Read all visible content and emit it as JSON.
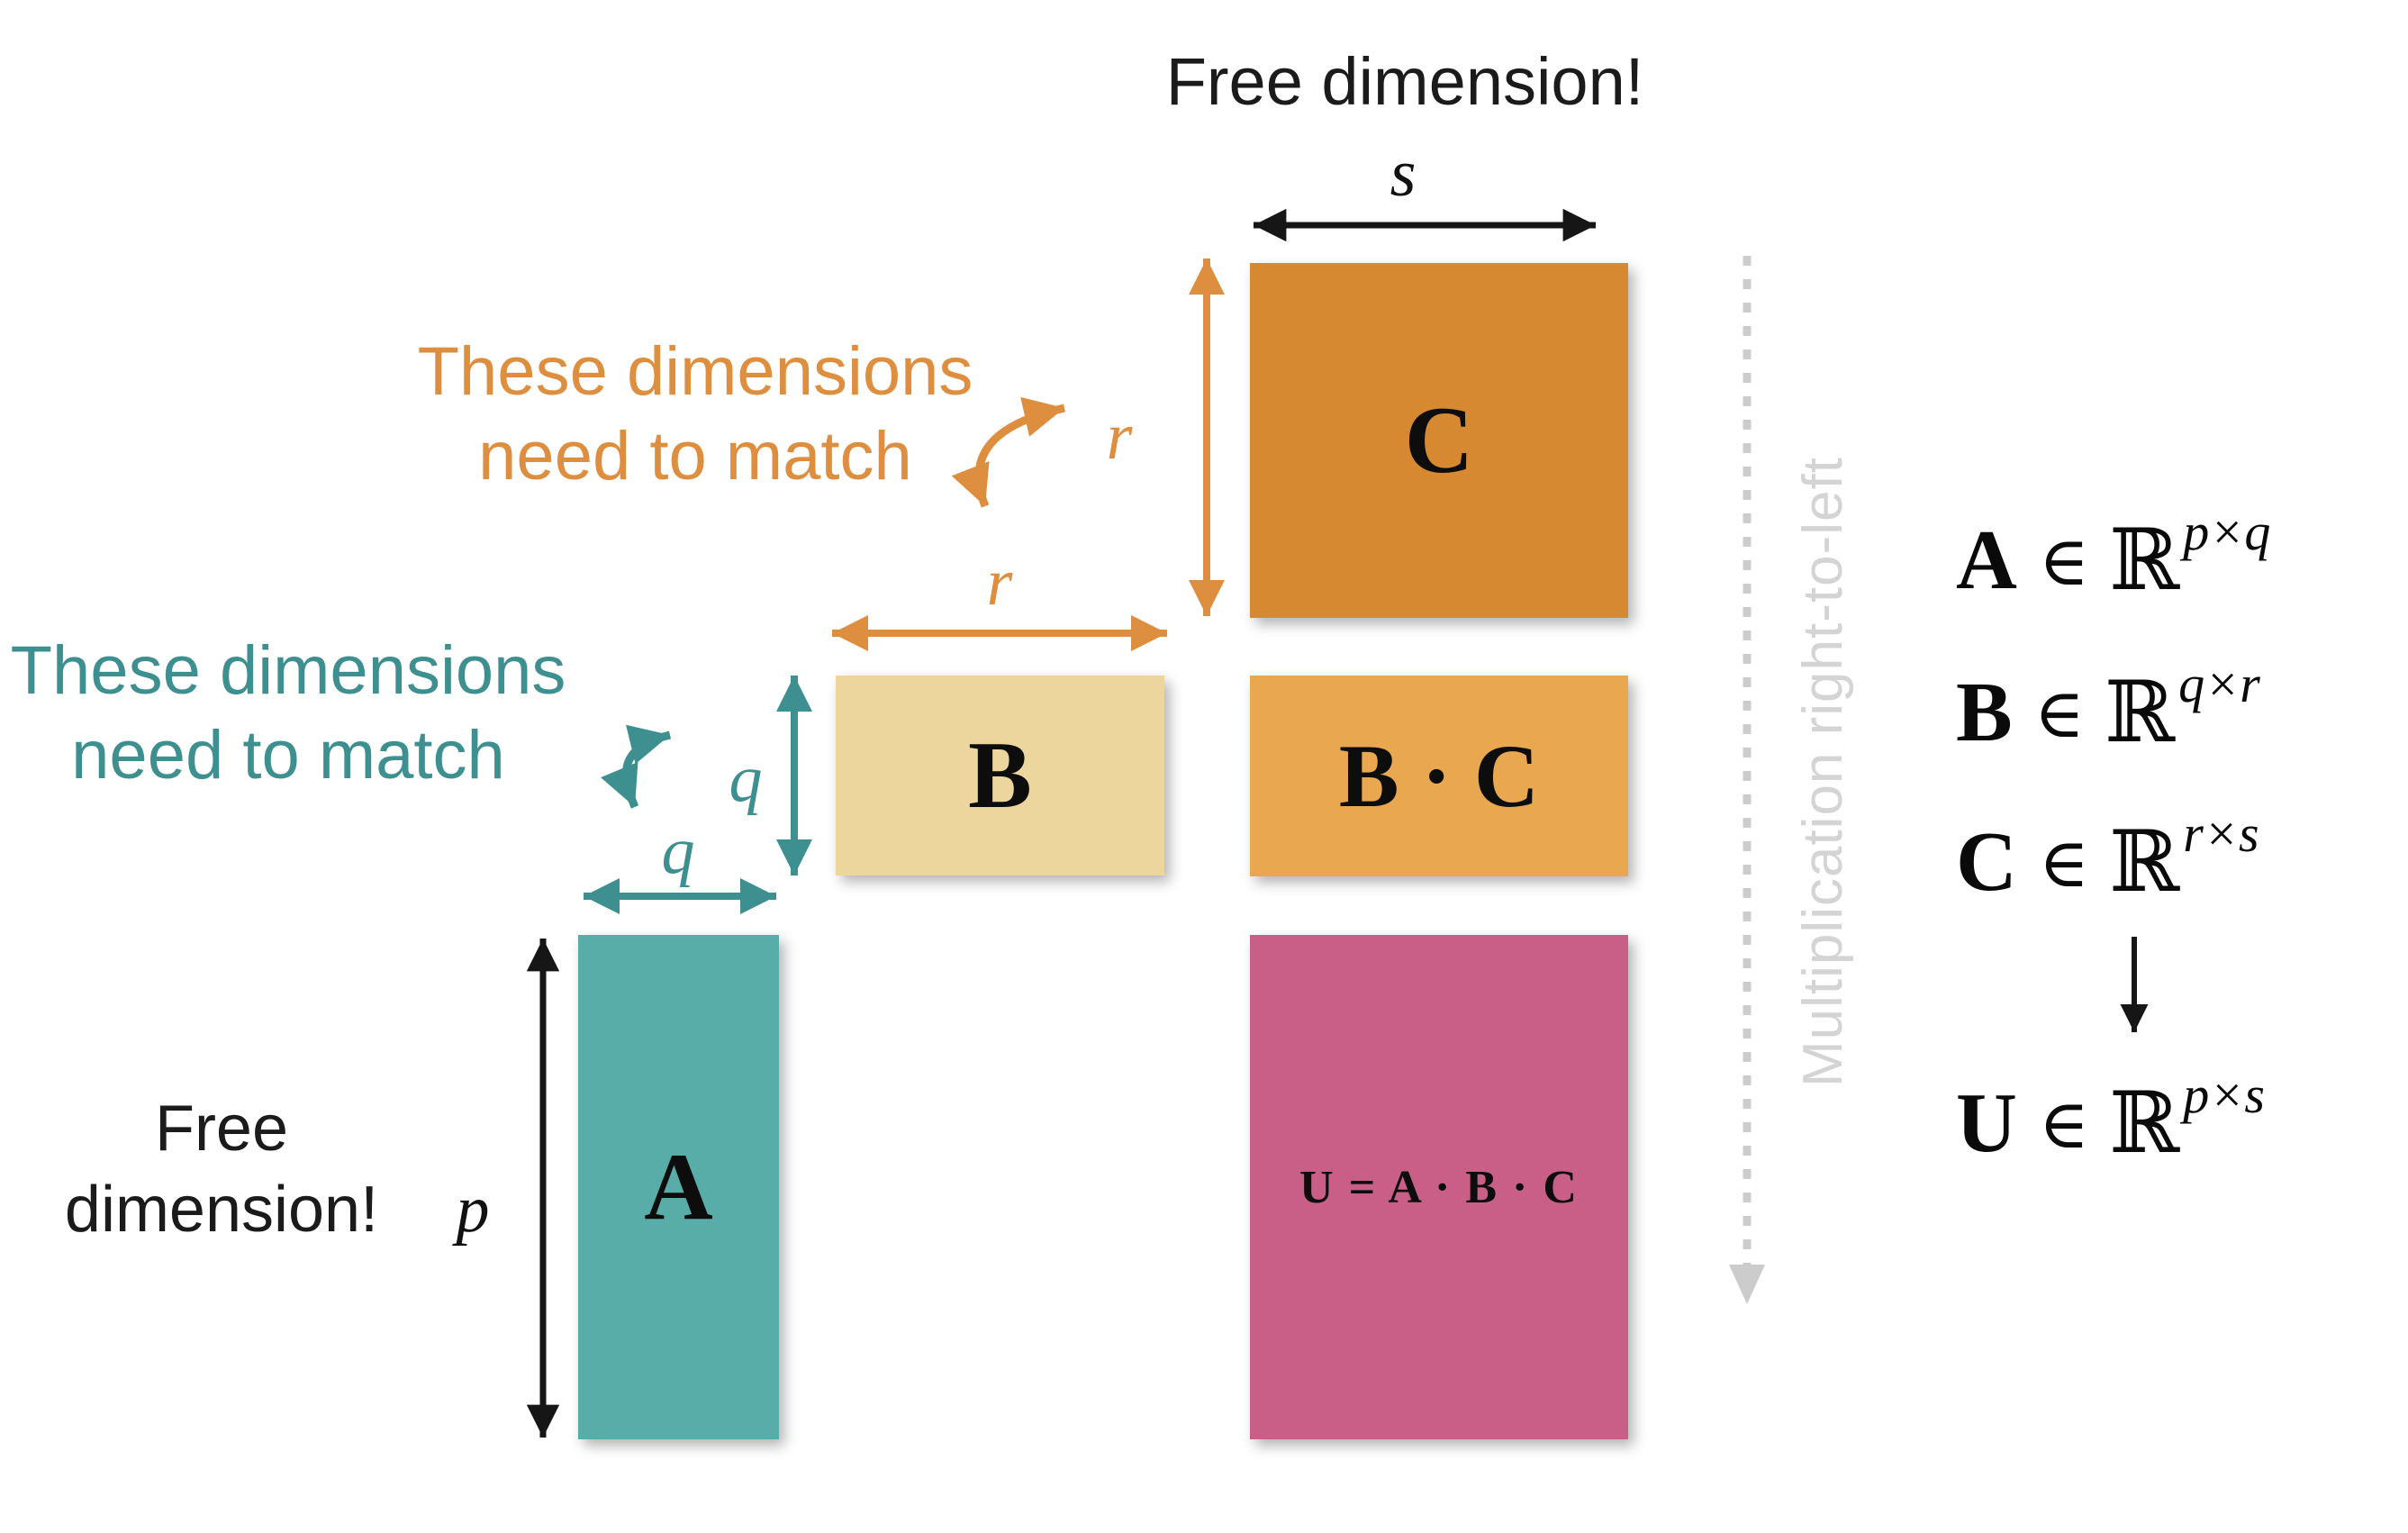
{
  "annotations": {
    "free_dimension_top": "Free dimension!",
    "free_dimension_left": [
      "Free",
      "dimension!"
    ],
    "orange_note": [
      "These dimensions",
      "need to match"
    ],
    "teal_note": [
      "These dimensions",
      "need to match"
    ],
    "multiplication_direction": "Multiplication right-to-left"
  },
  "dimension_labels": {
    "s": "s",
    "p": "p",
    "q_height": "q",
    "q_width": "q",
    "r_height": "r",
    "r_width": "r"
  },
  "matrices": {
    "A": {
      "label": "A",
      "color": "#58ADA9"
    },
    "B": {
      "label": "B",
      "color": "#EDD69E"
    },
    "C": {
      "label": "C",
      "color": "#D68930"
    },
    "BC": {
      "label": "B · C",
      "color": "#E9A750"
    },
    "U": {
      "label": "U = A · B · C",
      "color": "#C95F86"
    }
  },
  "formulas": {
    "rows": [
      {
        "lhs": "A",
        "rel": "∈",
        "set": "ℝ",
        "sup": "p×q"
      },
      {
        "lhs": "B",
        "rel": "∈",
        "set": "ℝ",
        "sup": "q×r"
      },
      {
        "lhs": "C",
        "rel": "∈",
        "set": "ℝ",
        "sup": "r×s"
      },
      {
        "lhs": "U",
        "rel": "∈",
        "set": "ℝ",
        "sup": "p×s"
      }
    ]
  },
  "colors": {
    "teal_fill": "#58ADA9",
    "tan_fill": "#EDD69E",
    "orange_fill": "#D68930",
    "light_orange_fill": "#E9A750",
    "pink_fill": "#C95F86",
    "teal_accent": "#3E9090",
    "orange_accent": "#DD8E3F",
    "gray_dashed": "#CCCCCC",
    "gray_text": "#D4D4D4",
    "black": "#161616"
  }
}
